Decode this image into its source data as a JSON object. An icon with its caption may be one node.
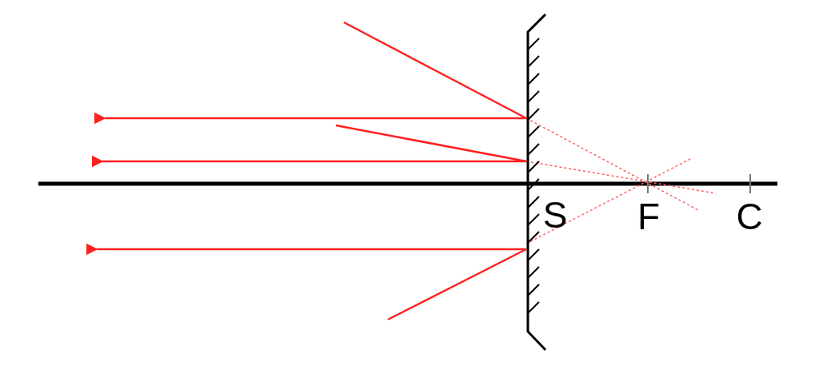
{
  "diagram": {
    "labels": [
      "S",
      "F",
      "C"
    ]
  }
}
